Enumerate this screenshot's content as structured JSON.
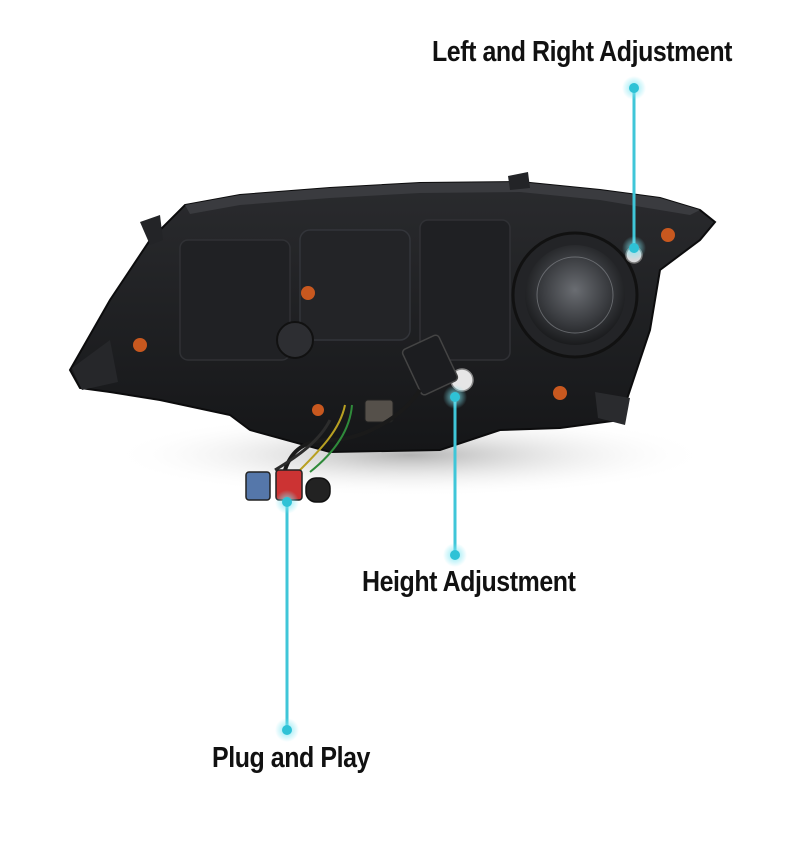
{
  "callouts": {
    "left_right": {
      "label": "Left and Right Adjustment"
    },
    "height": {
      "label": "Height Adjustment"
    },
    "plug": {
      "label": "Plug and Play"
    }
  },
  "colors": {
    "callout_line": "#3fc6d8",
    "callout_dot": "#2fc2d6",
    "housing": "#1b1c1e",
    "amber_clip": "#c8581f",
    "background": "#ffffff"
  },
  "icons": [
    "headlight-assembly",
    "connector-plug-icon",
    "adjuster-screw-icon"
  ]
}
